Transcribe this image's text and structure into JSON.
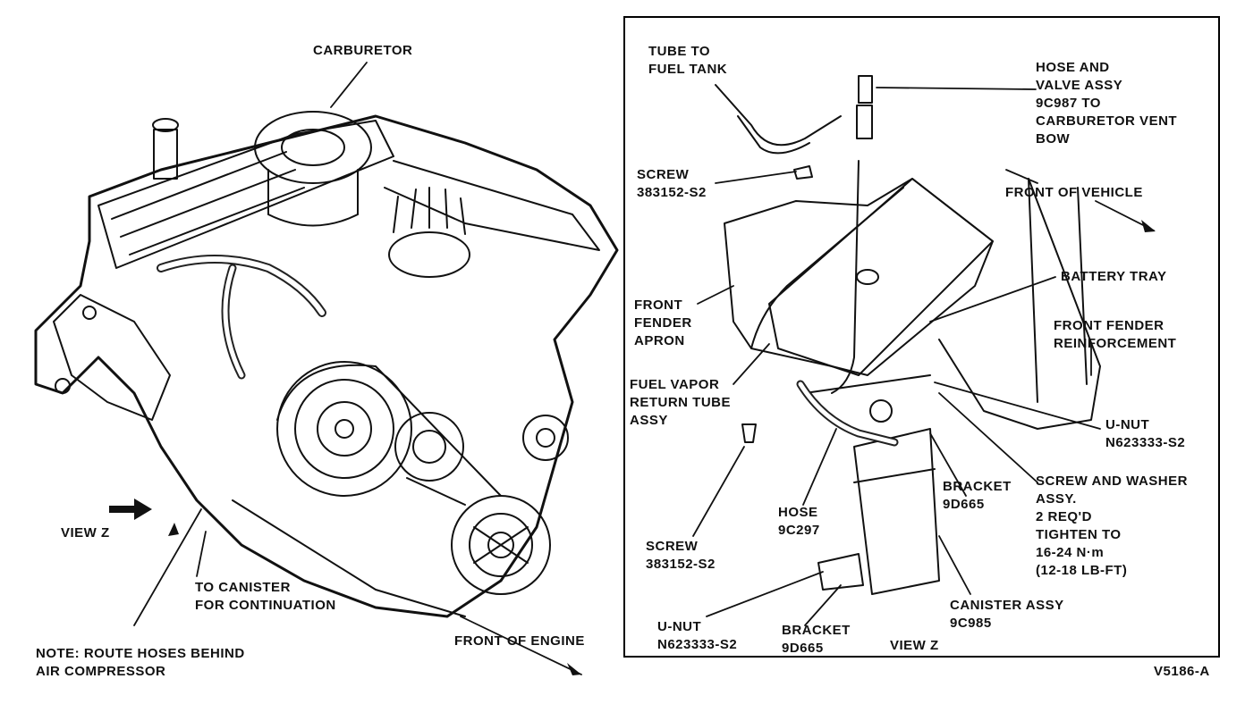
{
  "left_view": {
    "labels": {
      "carburetor": "CARBURETOR",
      "view_z": "VIEW Z",
      "to_canister": "TO CANISTER\nFOR CONTINUATION",
      "note": "NOTE: ROUTE HOSES BEHIND\nAIR COMPRESSOR",
      "front_of_engine": "FRONT OF ENGINE"
    }
  },
  "right_view": {
    "labels": {
      "tube_to_fuel_tank": "TUBE TO\nFUEL TANK",
      "hose_valve": "HOSE AND\nVALVE ASSY\n9C987 TO\nCARBURETOR VENT\nBOW",
      "screw_top": "SCREW\n383152-S2",
      "front_of_vehicle": "FRONT OF VEHICLE",
      "battery_tray": "BATTERY TRAY",
      "front_fender_apron": "FRONT\nFENDER\nAPRON",
      "front_fender_reinforcement": "FRONT FENDER\nREINFORCEMENT",
      "fuel_vapor": "FUEL VAPOR\nRETURN TUBE\nASSY",
      "unut_right": "U-NUT\nN623333-S2",
      "screw_washer": "SCREW AND WASHER\nASSY.\n2 REQ'D\nTIGHTEN TO\n16-24 N·m\n(12-18 LB-FT)",
      "bracket_right": "BRACKET\n9D665",
      "hose_9c297": "HOSE\n9C297",
      "screw_bottom": "SCREW\n383152-S2",
      "canister": "CANISTER ASSY\n9C985",
      "unut_bottom": "U-NUT\nN623333-S2",
      "bracket_bottom": "BRACKET\n9D665",
      "view_z": "VIEW Z"
    }
  },
  "figure_code": "V5186-A"
}
